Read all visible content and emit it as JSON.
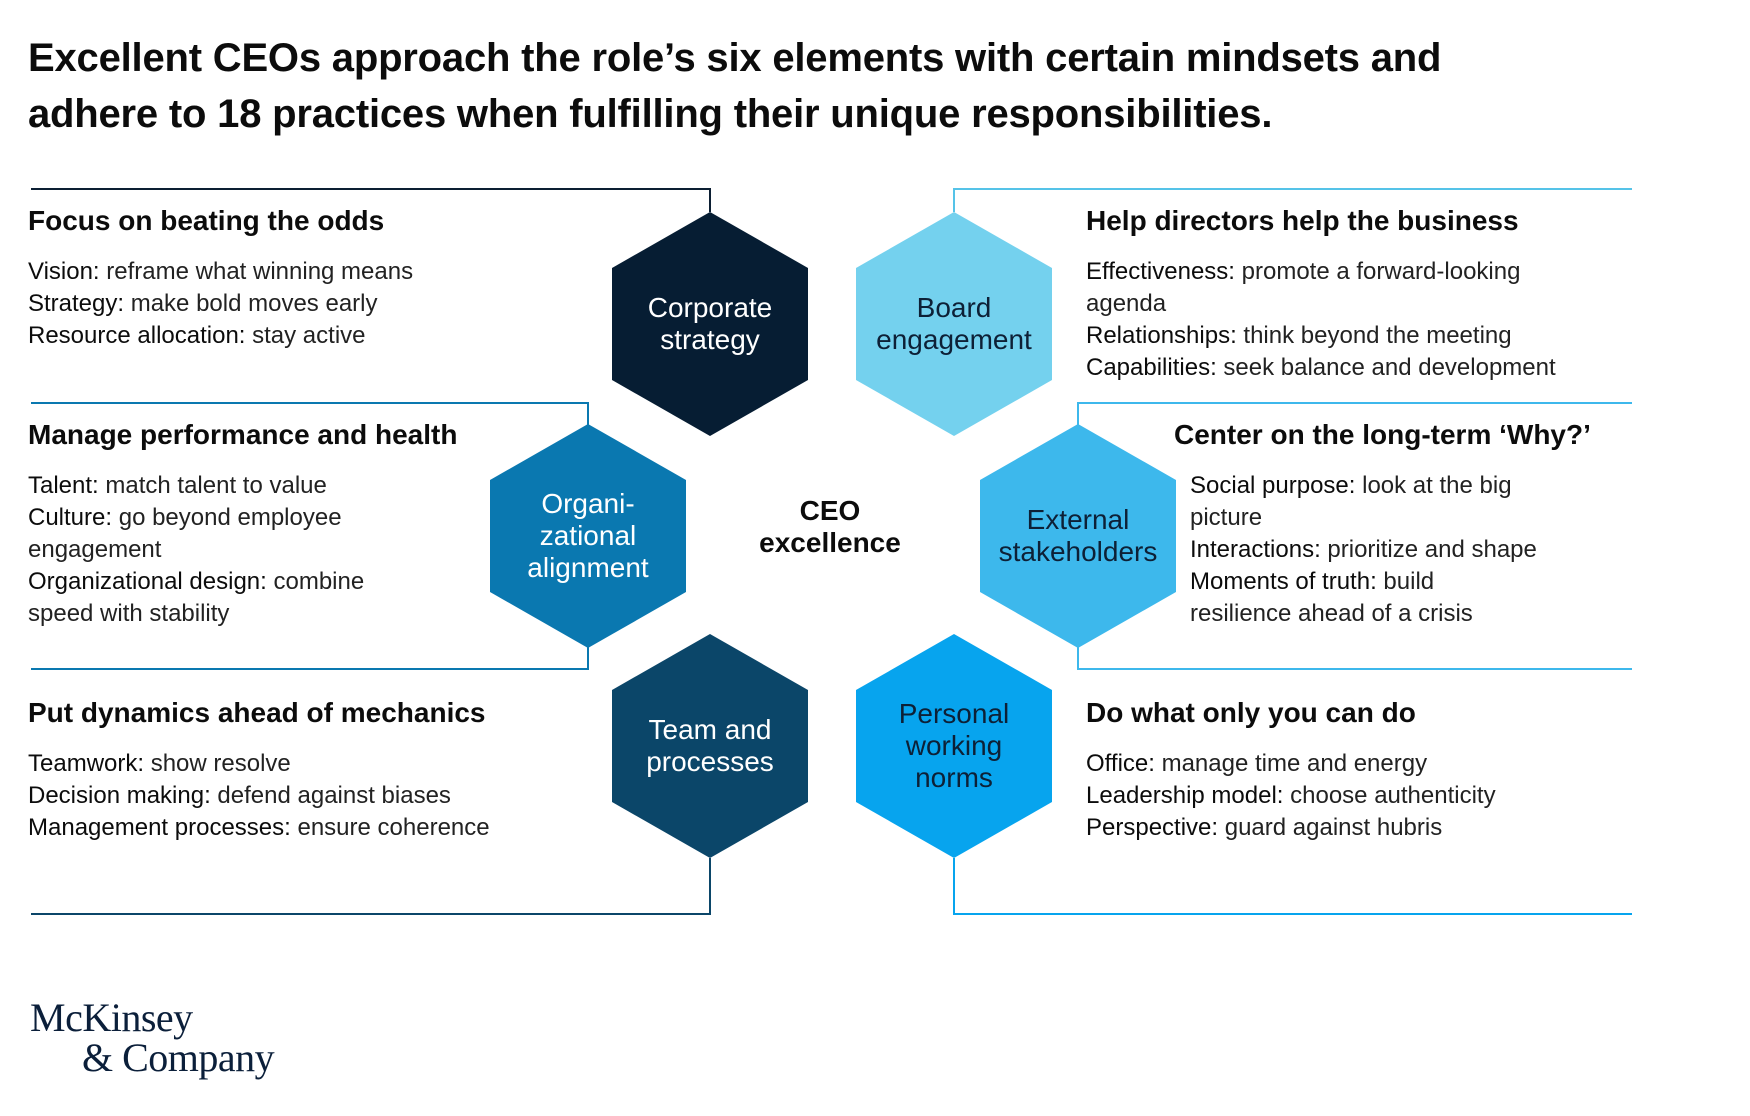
{
  "title": {
    "line1": "Excellent CEOs approach the role’s six elements with certain mindsets and",
    "line2": "adhere to 18 practices when fulfilling their unique responsibilities."
  },
  "colors": {
    "corporate_strategy": "#061d33",
    "board_engagement": "#74d1ee",
    "organizational_alignment": "#0a78b0",
    "external_stakeholders": "#3db8ec",
    "team_processes": "#0b4669",
    "personal_norms": "#07a4ee",
    "frame_dark": "#0c1f33",
    "frame_light": "#55c3e8"
  },
  "center": {
    "label": "CEO\nexcellence"
  },
  "hexagons": [
    {
      "id": "corporate-strategy",
      "label": "Corporate\nstrategy",
      "color": "#061d33",
      "text": "dark"
    },
    {
      "id": "board-engagement",
      "label": "Board\nengagement",
      "color": "#74d1ee",
      "text": "light"
    },
    {
      "id": "organizational-alignment",
      "label": "Organi-\nzational\nalignment",
      "color": "#0a78b0",
      "text": "dark"
    },
    {
      "id": "external-stakeholders",
      "label": "External\nstakeholders",
      "color": "#3db8ec",
      "text": "light"
    },
    {
      "id": "team-processes",
      "label": "Team and\nprocesses",
      "color": "#0b4669",
      "text": "dark"
    },
    {
      "id": "personal-norms",
      "label": "Personal\nworking\nnorms",
      "color": "#07a4ee",
      "text": "light"
    }
  ],
  "panels": {
    "strategy": {
      "heading": "Focus on beating the odds",
      "items": [
        {
          "key": "Vision:",
          "text": " reframe what winning means"
        },
        {
          "key": "Strategy:",
          "text": " make bold moves early"
        },
        {
          "key": "Resource allocation:",
          "text": " stay active"
        }
      ]
    },
    "board": {
      "heading": "Help directors help the business",
      "items": [
        {
          "key": "Effectiveness:",
          "text": " promote a forward-looking agenda"
        },
        {
          "key": "Relationships:",
          "text": " think beyond the meeting"
        },
        {
          "key": "Capabilities:",
          "text": " seek balance and development"
        }
      ]
    },
    "alignment": {
      "heading": "Manage performance and health",
      "items": [
        {
          "key": "Talent:",
          "text": " match talent to value"
        },
        {
          "key": "Culture:",
          "text": " go beyond employee engagement"
        },
        {
          "key": "Organizational design:",
          "text": " combine speed with stability"
        }
      ]
    },
    "stakeholders": {
      "heading": "Center on the long-term ‘Why?’",
      "items": [
        {
          "key": "Social purpose:",
          "text": " look at the big picture"
        },
        {
          "key": "Interactions:",
          "text": " prioritize and shape"
        },
        {
          "key": "Moments of truth:",
          "text": " build resilience ahead of a crisis"
        }
      ]
    },
    "team": {
      "heading": "Put dynamics ahead of mechanics",
      "items": [
        {
          "key": "Teamwork:",
          "text": " show resolve"
        },
        {
          "key": "Decision making:",
          "text": " defend against biases"
        },
        {
          "key": "Management processes:",
          "text": " ensure coherence"
        }
      ]
    },
    "personal": {
      "heading": "Do what only you can do",
      "items": [
        {
          "key": "Office:",
          "text": " manage time and energy"
        },
        {
          "key": "Leadership model:",
          "text": " choose authenticity"
        },
        {
          "key": "Perspective:",
          "text": " guard against hubris"
        }
      ]
    }
  },
  "logo": {
    "line1": "McKinsey",
    "line2": "& Company"
  }
}
